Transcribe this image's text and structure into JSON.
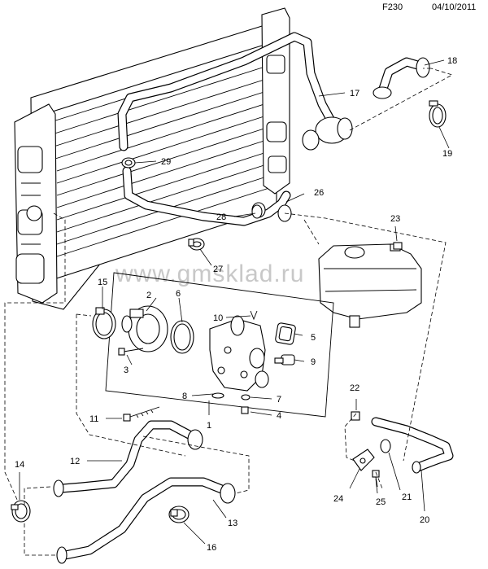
{
  "header": {
    "code": "F230",
    "date": "04/10/2011"
  },
  "watermark": "www.gmsklad.ru",
  "callouts": [
    "1",
    "2",
    "3",
    "4",
    "5",
    "6",
    "7",
    "8",
    "9",
    "10",
    "11",
    "12",
    "13",
    "14",
    "15",
    "16",
    "17",
    "18",
    "19",
    "20",
    "21",
    "22",
    "23",
    "24",
    "25",
    "26",
    "27",
    "28",
    "29"
  ]
}
